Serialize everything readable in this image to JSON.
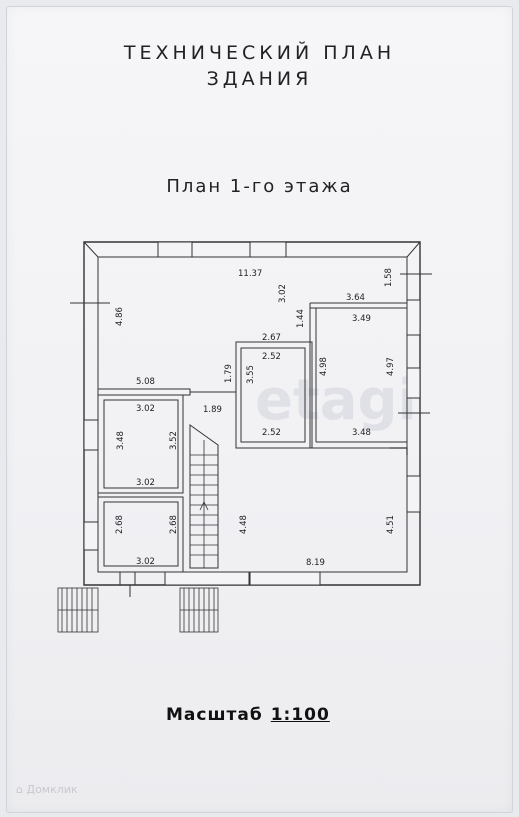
{
  "title_line1": "ТЕХНИЧЕСКИЙ ПЛАН",
  "title_line2": "ЗДАНИЯ",
  "subtitle": "План 1-го этажа",
  "scale_label": "Масштаб",
  "scale_value": "1:100",
  "watermark_center": "etagi",
  "watermark_corner": "Домклик",
  "dimensions": {
    "top_width": "11.37",
    "left_hall_height": "4.86",
    "hall_bottom_width": "5.08",
    "corridor_vertical": "3.02",
    "corridor_width": "1.44",
    "upper_right_label": "3.64",
    "upper_right_height": "1.58",
    "bath_width": "2.67",
    "bath_top": "2.52",
    "bath_height": "3.55",
    "bath_bottom": "2.52",
    "bath_left_height": "1.79",
    "right_room_top": "3.49",
    "right_room_left": "4.98",
    "right_room_right": "4.97",
    "right_room_bottom": "3.48",
    "stair_width": "1.89",
    "left_room_top": "3.02",
    "left_room_height_l": "3.48",
    "left_room_height_r": "3.52",
    "left_room_bottom": "3.02",
    "small_room_height_l": "2.68",
    "small_room_height_r": "2.68",
    "small_room_bottom": "3.02",
    "big_room_height_l": "4.48",
    "big_room_height_r": "4.51",
    "big_room_width": "8.19"
  }
}
